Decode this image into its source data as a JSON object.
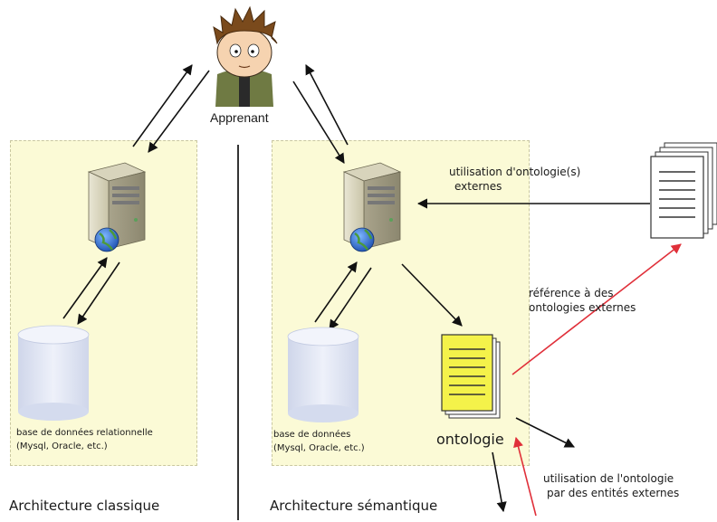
{
  "user": {
    "label": "Apprenant"
  },
  "classic": {
    "db_label_line1": "base de données relationnelle",
    "db_label_line2": "(Mysql, Oracle, etc.)",
    "caption": "Architecture classique"
  },
  "semantic": {
    "db_label_line1": "base de données",
    "db_label_line2": "(Mysql, Oracle, etc.)",
    "ontology_label": "ontologie",
    "caption": "Architecture sémantique"
  },
  "notes": {
    "external_use_line1": "utilisation d'ontologie(s)",
    "external_use_line2": "externes",
    "reference_line1": "référence à des",
    "reference_line2": "ontologies externes",
    "usage_line1": "utilisation de l'ontologie",
    "usage_line2": "par des entités externes"
  },
  "colors": {
    "panel_bg": "#fbfad6",
    "ontology_doc": "#f4f24a",
    "reference_arrow": "#e0303a",
    "database": "#dde3f2"
  }
}
